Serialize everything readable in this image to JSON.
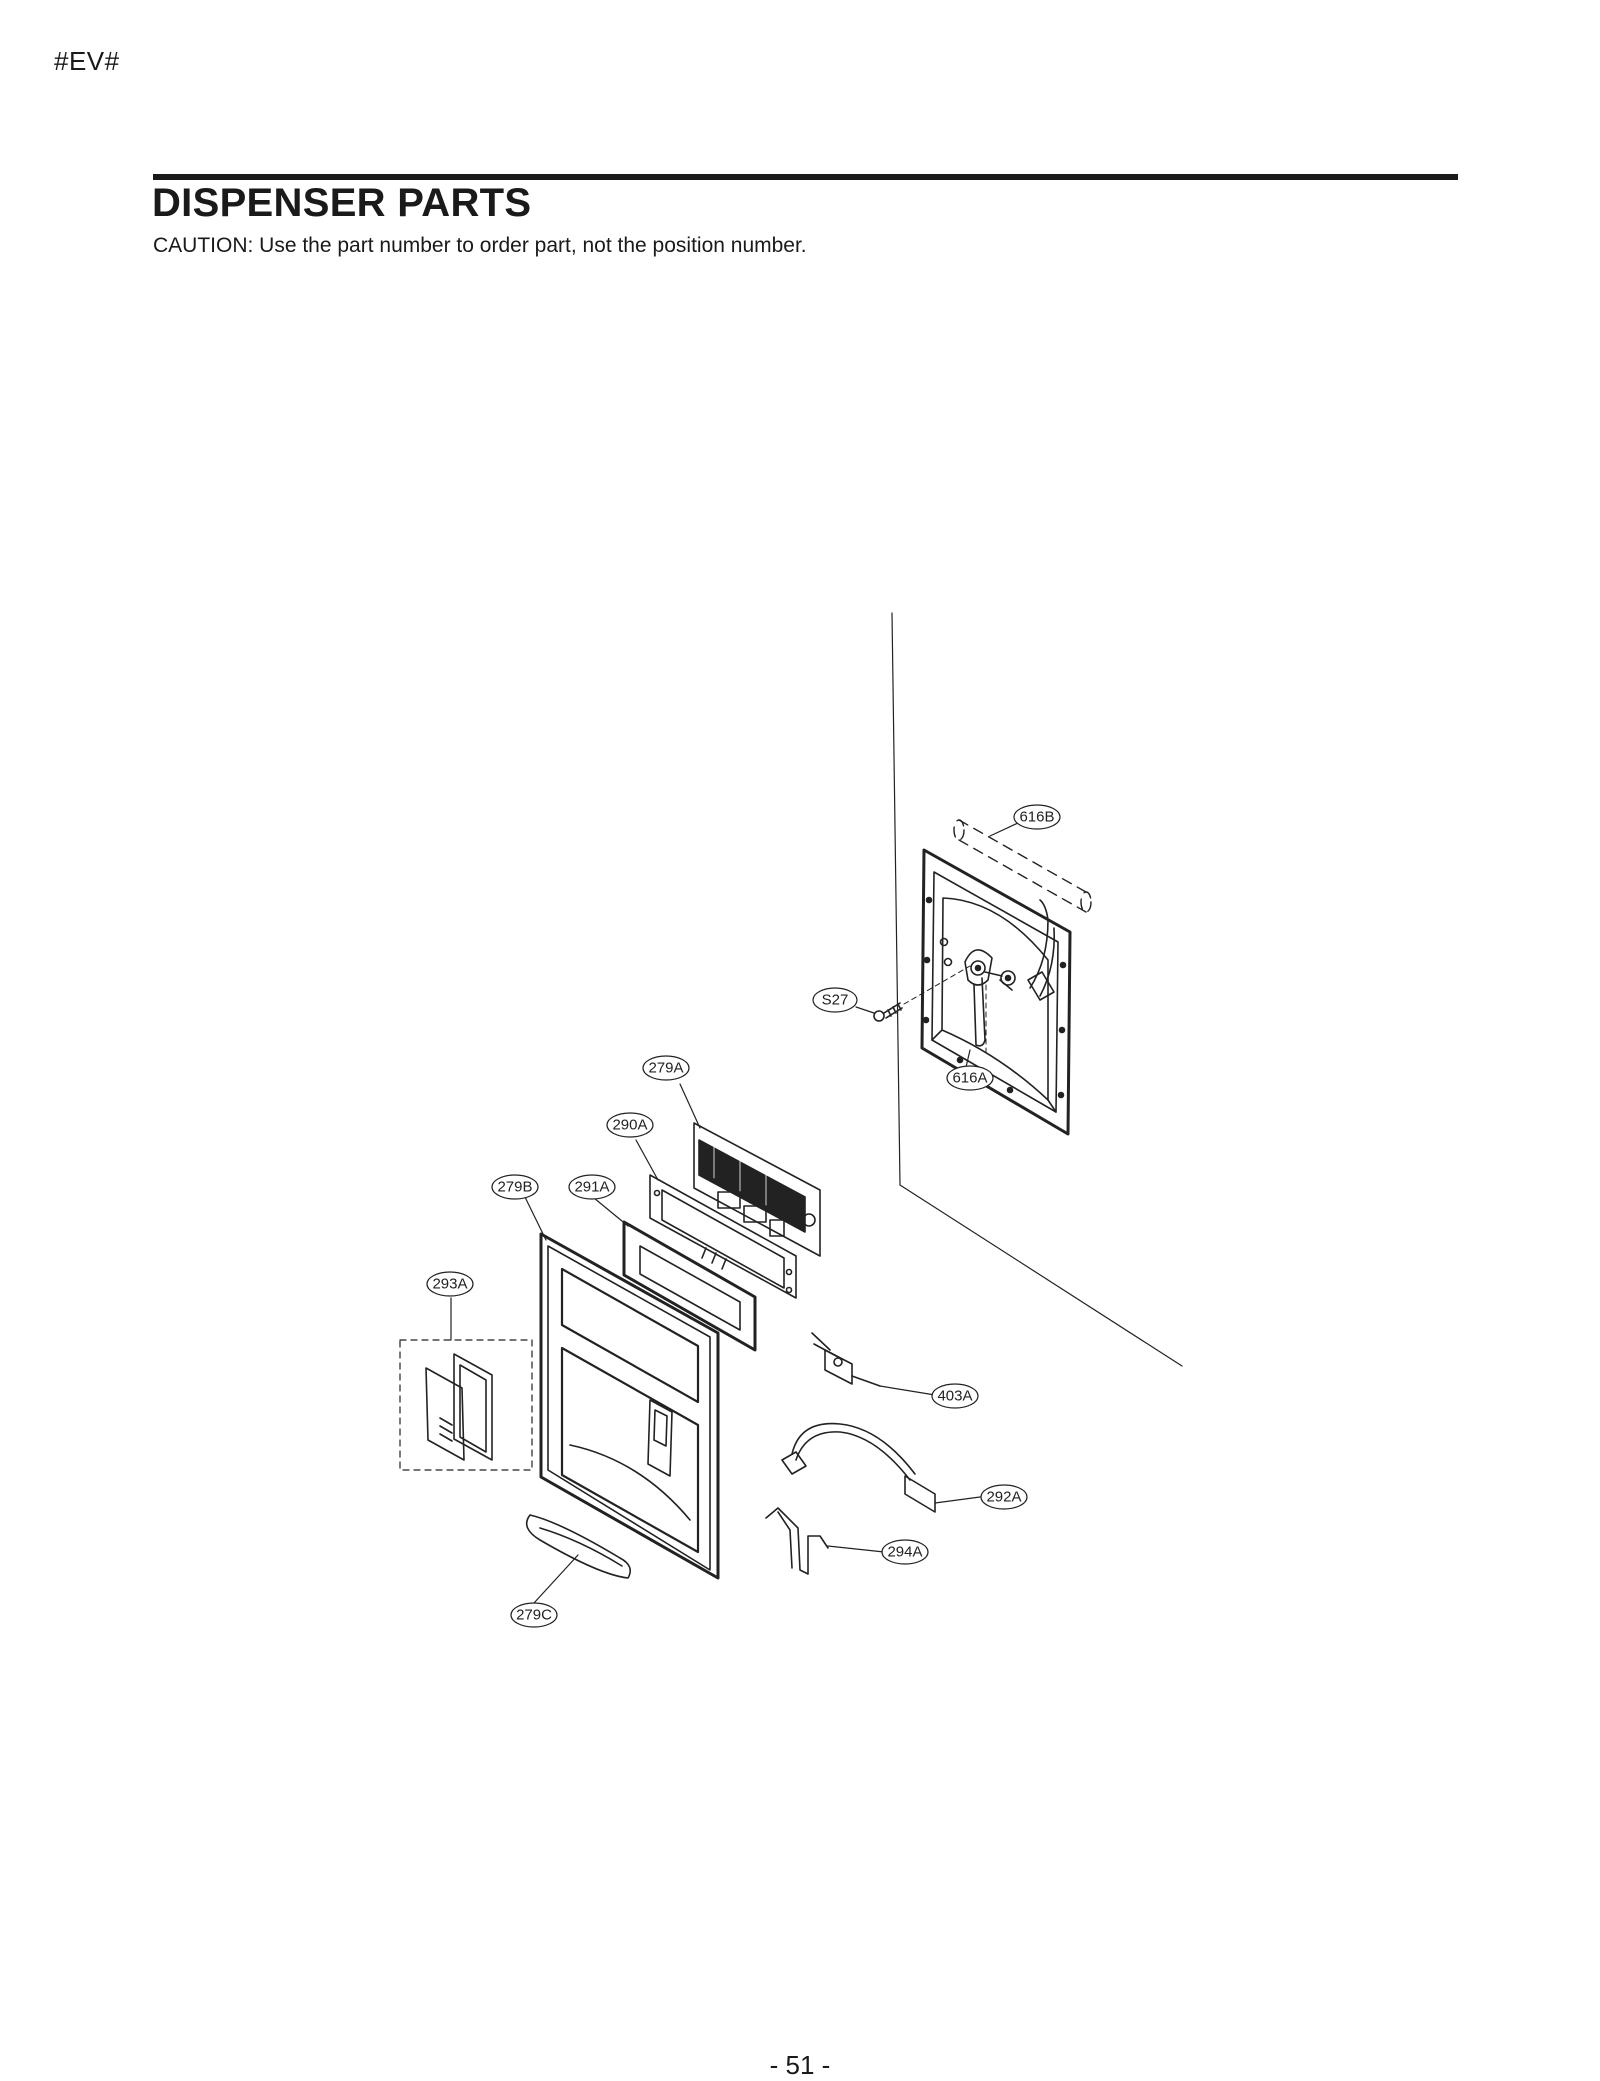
{
  "header": {
    "doc_code": "#EV#",
    "title": "DISPENSER PARTS",
    "caution": "CAUTION: Use the part number to order part, not the position number."
  },
  "callouts": {
    "p616B": "616B",
    "pS27": "S27",
    "p616A": "616A",
    "p279A": "279A",
    "p290A": "290A",
    "p279B": "279B",
    "p291A": "291A",
    "p293A": "293A",
    "p403A": "403A",
    "p292A": "292A",
    "p294A": "294A",
    "p279C": "279C"
  },
  "footer": {
    "page_number": "- 51 -"
  }
}
